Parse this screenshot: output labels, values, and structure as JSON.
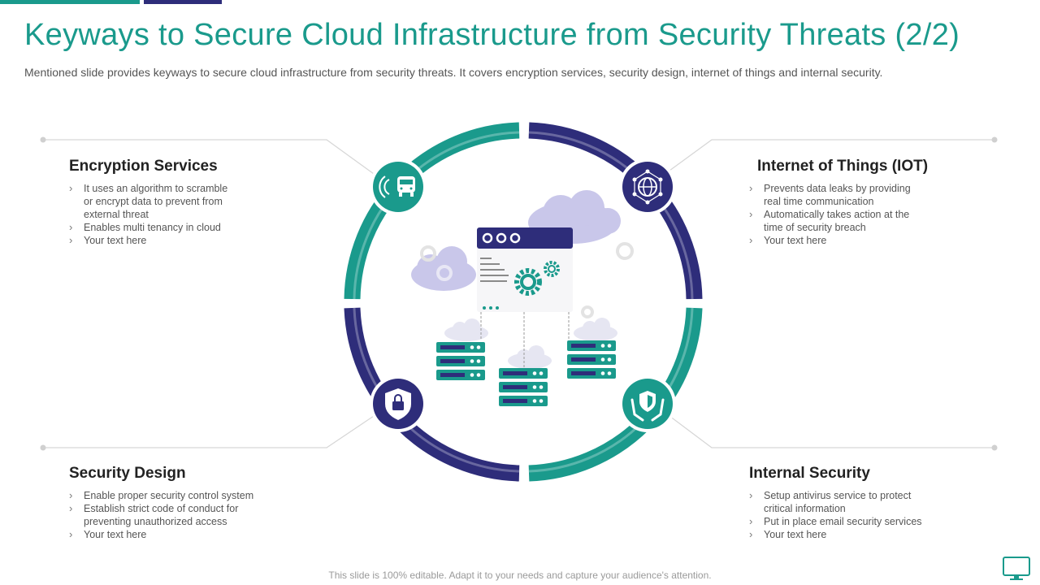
{
  "title": "Keyways to Secure Cloud Infrastructure from Security Threats (2/2)",
  "subtitle": "Mentioned slide provides keyways to secure cloud infrastructure from security threats. It covers encryption services, security design, internet of things and internal security.",
  "sections": {
    "encryption": {
      "heading": "Encryption Services",
      "bullets": [
        "It uses an algorithm to scramble",
        "or encrypt data to prevent from",
        "external threat",
        "Enables multi tenancy in cloud",
        "Your text here"
      ],
      "icon": "wireless-bus-icon"
    },
    "iot": {
      "heading": "Internet of Things (IOT)",
      "bullets": [
        "Prevents data leaks by providing",
        "real time communication",
        "Automatically takes action at the",
        "time of security breach",
        "Your text here"
      ],
      "icon": "globe-network-icon"
    },
    "security_design": {
      "heading": "Security Design",
      "bullets": [
        "Enable proper security control system",
        "Establish strict code of conduct for",
        "preventing unauthorized access",
        "Your text here"
      ],
      "icon": "shield-lock-icon"
    },
    "internal": {
      "heading": "Internal Security",
      "bullets": [
        "Setup antivirus service to protect",
        "critical information",
        "Put in place email security services",
        "Your text here"
      ],
      "icon": "hands-shield-icon"
    }
  },
  "footer": "This slide is 100% editable. Adapt it to your needs and capture your audience's attention.",
  "colors": {
    "teal": "#1a9a8c",
    "navy": "#2e2d7a",
    "cloud": "#c9c7ea",
    "text": "#555555"
  }
}
